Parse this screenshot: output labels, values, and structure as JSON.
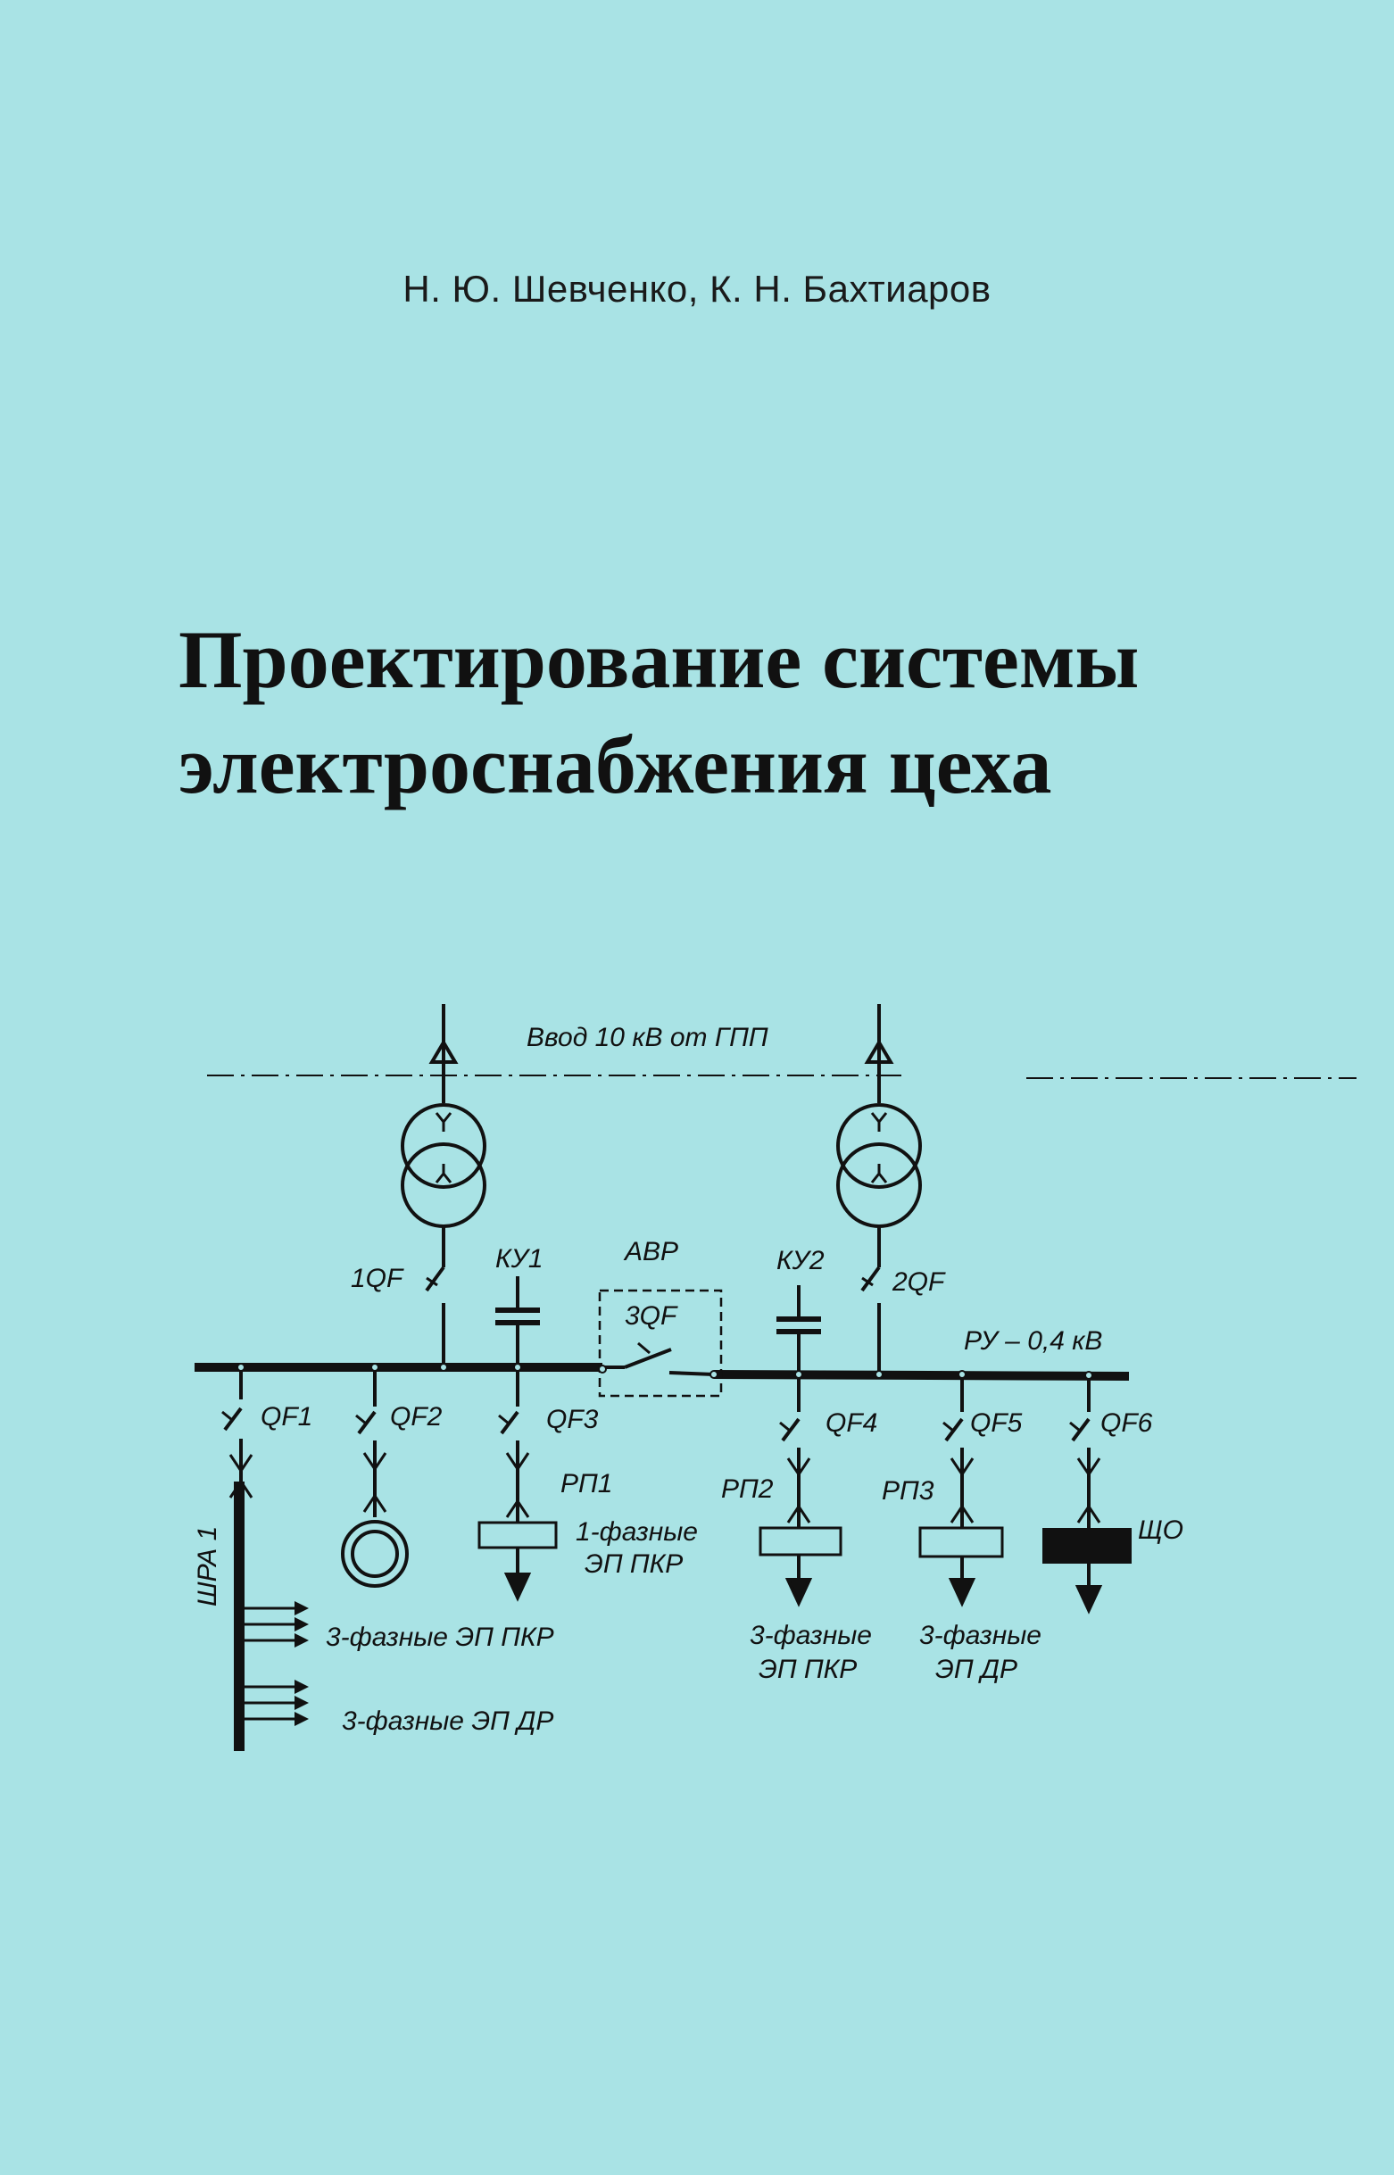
{
  "cover": {
    "authors": "Н. Ю. Шевченко, К. Н. Бахтиаров",
    "title_line1": "Проектирование системы",
    "title_line2": "электроснабжения цеха"
  },
  "scheme": {
    "input_label": "Ввод 10 кВ от ГПП",
    "switch_1qf": "1QF",
    "switch_2qf": "2QF",
    "switch_3qf": "3QF",
    "ku1": "КУ1",
    "ku2": "КУ2",
    "avr": "АВР",
    "ru": "РУ – 0,4 кВ",
    "qf1": "QF1",
    "qf2": "QF2",
    "qf3": "QF3",
    "qf4": "QF4",
    "qf5": "QF5",
    "qf6": "QF6",
    "rp1": "РП1",
    "rp2": "РП2",
    "rp3": "РП3",
    "shchO": "ЩО",
    "shra": "ШРА 1",
    "load_1phase_l1": "1-фазные",
    "load_1phase_l2": "ЭП  ПКР",
    "load_3phase_pkr": "3-фазные ЭП  ПКР",
    "load_3phase_dr": "3-фазные ЭП  ДР",
    "rp2_load_l1": "3-фазные",
    "rp2_load_l2": "ЭП  ПКР",
    "rp3_load_l1": "3-фазные",
    "rp3_load_l2": "ЭП  ДР"
  },
  "colors": {
    "background": "#a9e3e5",
    "ink": "#111111"
  }
}
